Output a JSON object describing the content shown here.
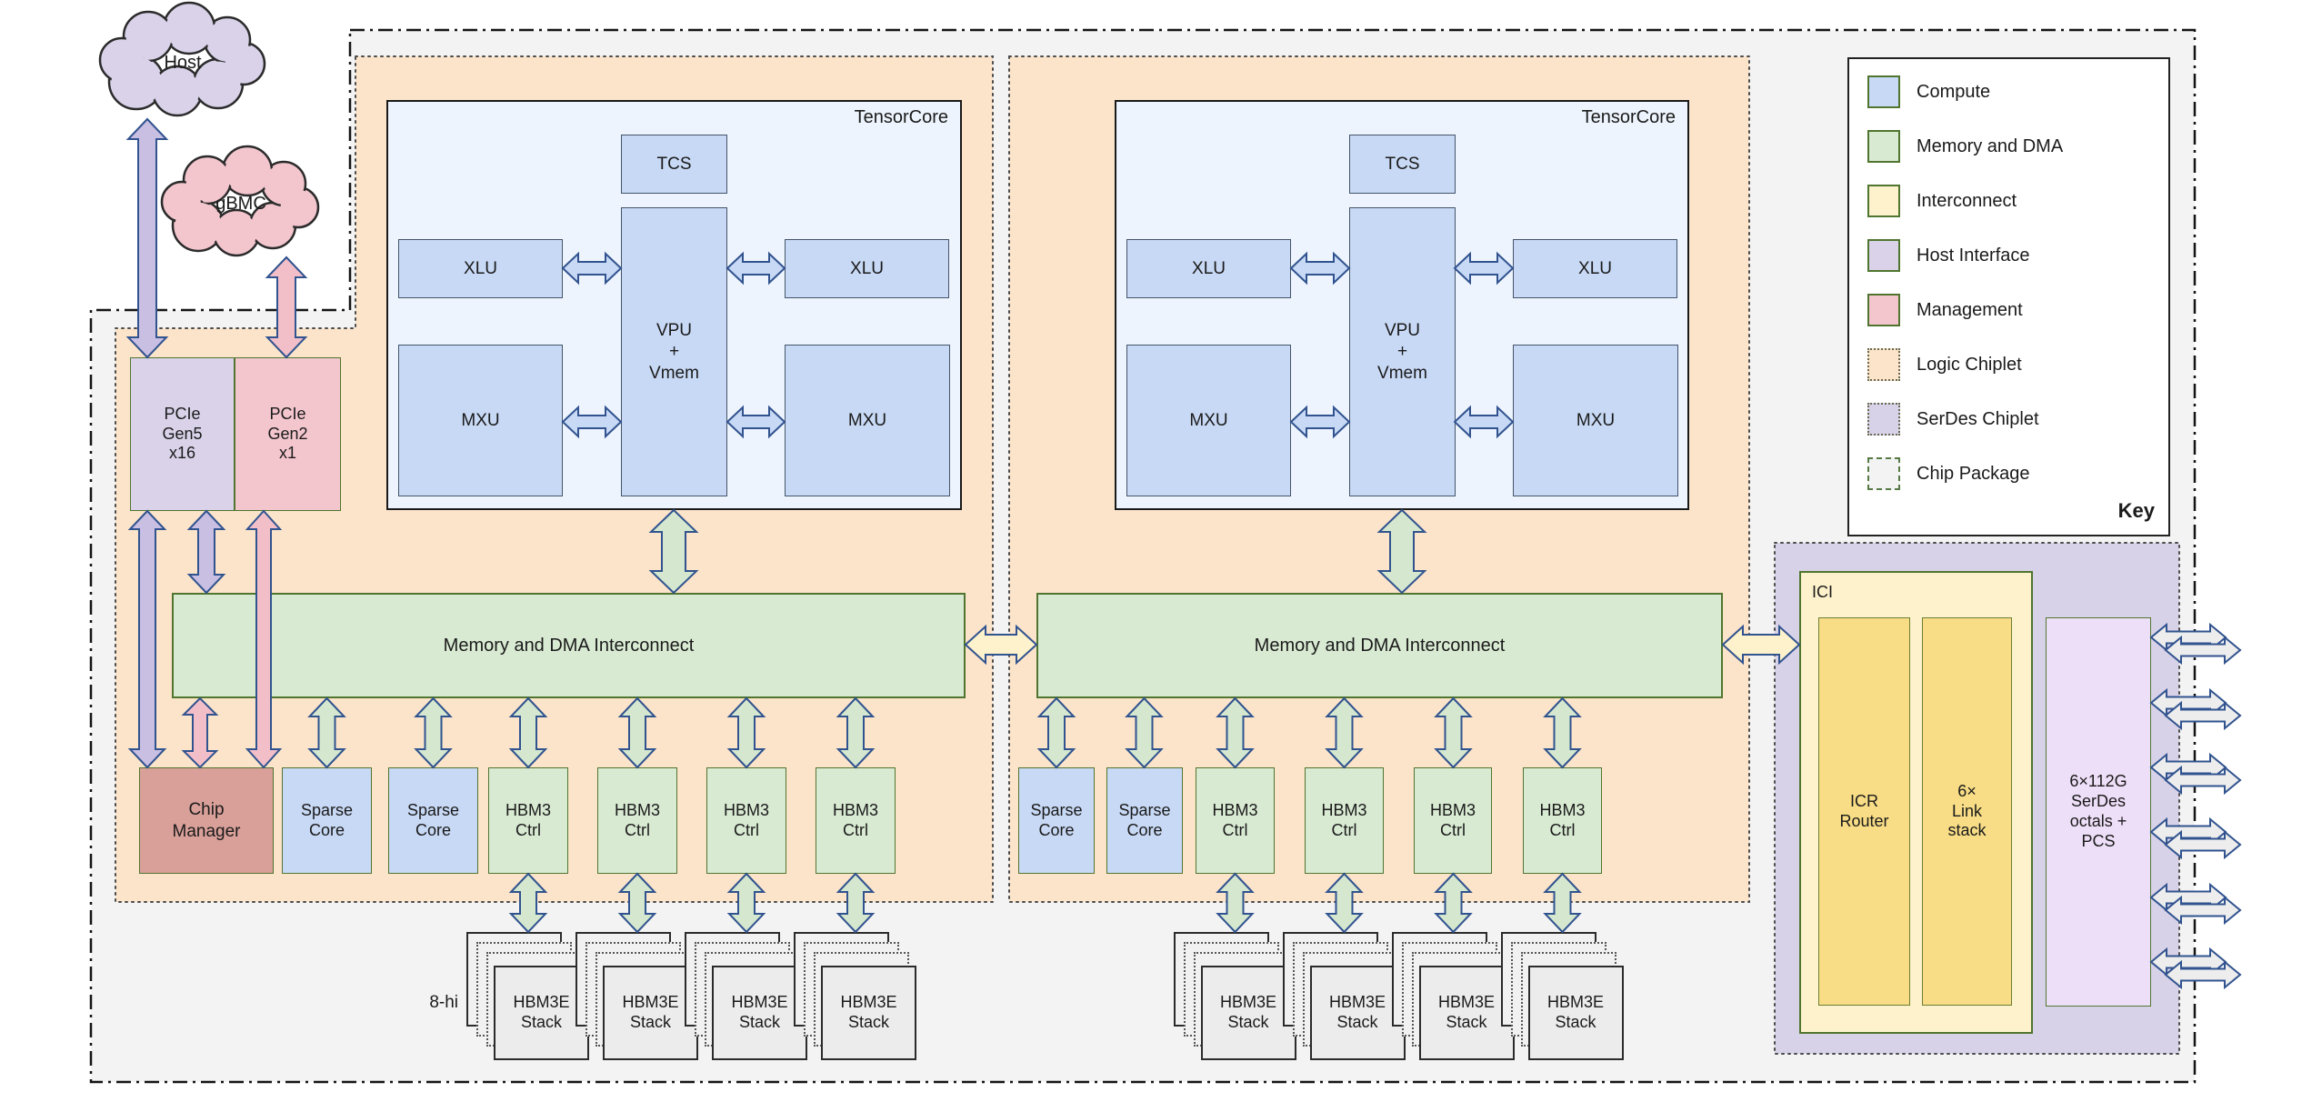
{
  "clouds": {
    "host": "Host",
    "gbmc": "gBMC"
  },
  "pcie": {
    "gen5": "PCIe\nGen5\nx16",
    "gen2": "PCIe\nGen2\nx1"
  },
  "chip_manager": "Chip\nManager",
  "tensorcore": {
    "label": "TensorCore",
    "tcs": "TCS",
    "vpu": "VPU\n+\nVmem",
    "xlu": "XLU",
    "mxu": "MXU"
  },
  "memory_bar": "Memory and DMA Interconnect",
  "sparse_core": "Sparse\nCore",
  "hbm_ctrl": "HBM3\nCtrl",
  "hbm_stack": "HBM3E\nStack",
  "stack_note": "8-hi",
  "ici": {
    "label": "ICI",
    "icr_router": "ICR\nRouter",
    "link_stack": "6×\nLink\nstack"
  },
  "serdes_block": "6×112G\nSerDes\noctals +\nPCS",
  "key": {
    "title": "Key",
    "items": [
      {
        "label": "Compute",
        "color": "#c8d9f5"
      },
      {
        "label": "Memory and DMA",
        "color": "#d9ead3"
      },
      {
        "label": "Interconnect",
        "color": "#fdf2cb"
      },
      {
        "label": "Host Interface",
        "color": "#d9d2e9"
      },
      {
        "label": "Management",
        "color": "#f3c6ce"
      },
      {
        "label": "Logic Chiplet",
        "color": "#fbe4ca"
      },
      {
        "label": "SerDes Chiplet",
        "color": "#d8d2e8"
      },
      {
        "label": "Chip Package",
        "color": "#f3f3f3"
      }
    ]
  },
  "colors": {
    "arrow_outline": "#31538f",
    "purple_arrow": "#c9bfe2",
    "pink_arrow": "#f2bfc9",
    "green_arrow": "#d5e8cf",
    "blue_arrow": "#c8d9f5",
    "yellow_arrow": "#fdf2cb",
    "gray_arrow": "#ededed"
  }
}
